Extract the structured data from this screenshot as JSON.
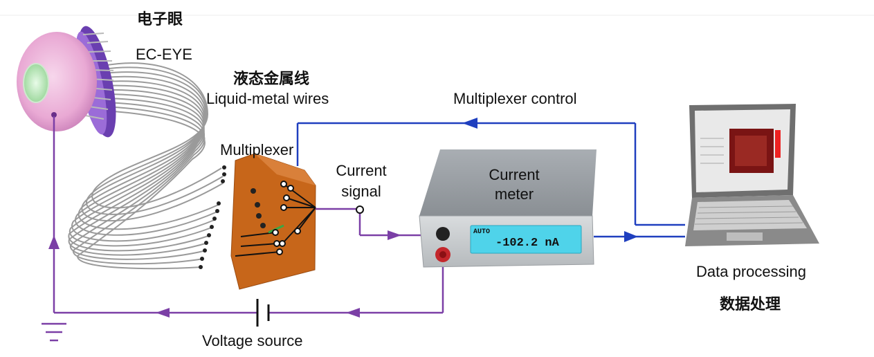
{
  "labels": {
    "eye_cn": "电子眼",
    "eye_en": "EC-EYE",
    "wires_cn": "液态金属线",
    "wires_en": "Liquid-metal wires",
    "multiplexer_control": "Multiplexer control",
    "multiplexer": "Multiplexer",
    "current_signal_line1": "Current",
    "current_signal_line2": "signal",
    "meter_line1": "Current",
    "meter_line2": "meter",
    "data_processing_en": "Data processing",
    "data_processing_cn": "数据处理",
    "voltage_source": "Voltage source"
  },
  "meter_display": {
    "mode": "AUTO",
    "reading": "-102.2 nA"
  },
  "colors": {
    "signal_purple": "#7b3fa6",
    "control_blue": "#1f3fbf",
    "multiplexer_orange": "#c7661a",
    "meter_gray": "#8a8f94",
    "display_cyan": "#4fd3ea",
    "eye_pink": "#e9a9d4",
    "eye_purple": "#8a5cc8",
    "knob_red": "#c3262b"
  },
  "icons": [
    "eye-icon",
    "laptop-icon",
    "ground-symbol-icon",
    "battery-icon"
  ]
}
